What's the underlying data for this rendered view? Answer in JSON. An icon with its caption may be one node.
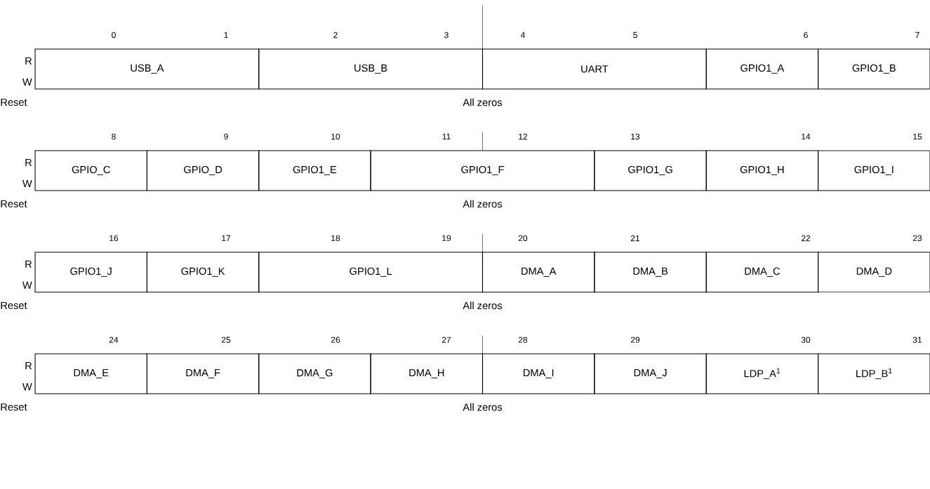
{
  "diagram": {
    "nodes": [
      {
        "text": [
          "USB_A"
        ]
      },
      {
        "text": [
          "USB_B"
        ]
      },
      {
        "text": [
          "UART"
        ]
      },
      {
        "text": [
          "GPIO1_A"
        ]
      },
      {
        "text": [
          "GPIO1_B"
        ]
      },
      {
        "text": [
          "GPIO_C"
        ]
      },
      {
        "text": [
          "GPIO_D"
        ]
      },
      {
        "text": [
          "GPIO1_E"
        ]
      },
      {
        "text": [
          "GPIO1_F"
        ]
      },
      {
        "text": [
          "GPIO1_G"
        ]
      },
      {
        "text": [
          "GPIO1_H"
        ]
      },
      {
        "text": [
          "GPIO1_I"
        ]
      },
      {
        "text": [
          "GPIO1_J"
        ]
      },
      {
        "text": [
          "GPIO1_K"
        ]
      },
      {
        "text": [
          "GPIO1_L"
        ]
      },
      {
        "text": [
          "DMA_A"
        ]
      },
      {
        "text": [
          "DMA_B"
        ]
      },
      {
        "text": [
          "DMA_C"
        ]
      },
      {
        "text": [
          "DMA_D"
        ]
      },
      {
        "text": [
          "DMA_E"
        ]
      },
      {
        "text": [
          "DMA_F"
        ]
      },
      {
        "text": [
          "DMA_G"
        ]
      },
      {
        "text": [
          "DMA_H"
        ]
      },
      {
        "text": [
          "DMA_I"
        ]
      },
      {
        "text": [
          "DMA_J"
        ]
      },
      {
        "text": [
          "LDP_A$^{1}$"
        ]
      },
      {
        "text": [
          "LDP_B$^{1}$"
        ]
      }
    ],
    "labels": [
      "0",
      "1",
      "2",
      "3",
      "4",
      "5",
      "6",
      "7",
      "R",
      "W",
      "Reset",
      "All zeros",
      "8",
      "9",
      "10",
      "11",
      "12",
      "13",
      "14",
      "15",
      "R",
      "W",
      "Reset",
      "All zeros",
      "16",
      "17",
      "18",
      "19",
      "20",
      "21",
      "22",
      "23",
      "R",
      "W",
      "Reset",
      "All zeros",
      "24",
      "25",
      "26",
      "27",
      "28",
      "29",
      "30",
      "31",
      "R",
      "W",
      "Reset",
      "All zeros"
    ]
  }
}
